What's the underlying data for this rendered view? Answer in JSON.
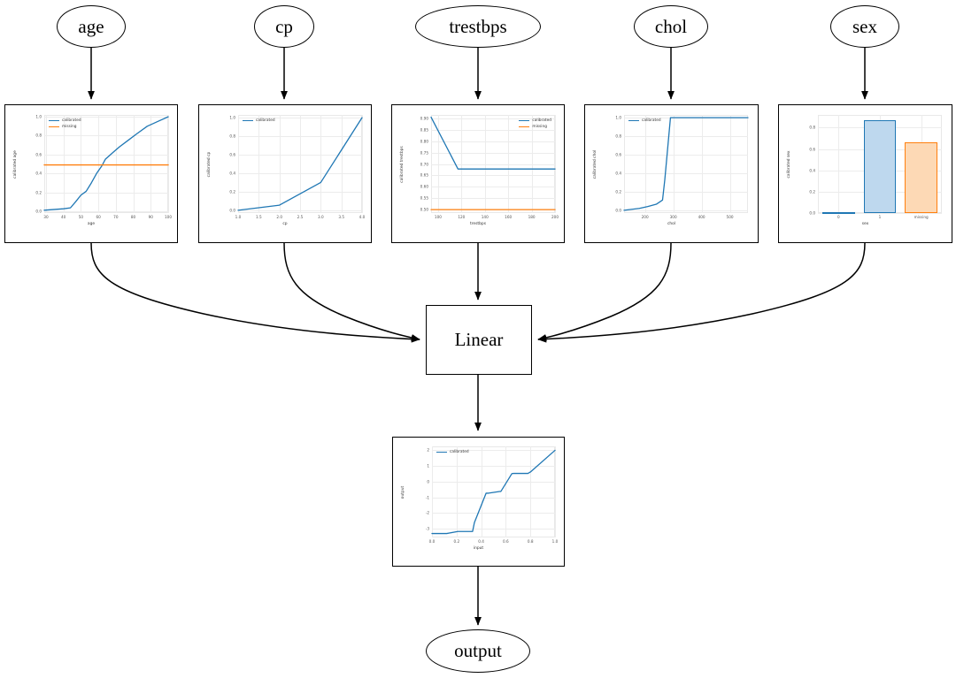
{
  "graph": {
    "input_nodes": [
      {
        "id": "age",
        "label": "age"
      },
      {
        "id": "cp",
        "label": "cp"
      },
      {
        "id": "trestbps",
        "label": "trestbps"
      },
      {
        "id": "chol",
        "label": "chol"
      },
      {
        "id": "sex",
        "label": "sex"
      }
    ],
    "linear_node": {
      "label": "Linear"
    },
    "output_node": {
      "label": "output"
    }
  },
  "colors": {
    "calibrated": "#1f77b4",
    "missing": "#ff7f0e",
    "bar_blue_fill": "#bed8ee",
    "bar_orange_fill": "#fdd9b5",
    "grid": "#ececec",
    "edge": "#000000"
  },
  "chart_data": [
    {
      "id": "age",
      "type": "line",
      "title": "",
      "xlabel": "age",
      "ylabel": "calibrated age",
      "xlim": [
        29,
        100
      ],
      "ylim": [
        -0.02,
        1.02
      ],
      "xticks": [
        30,
        40,
        50,
        60,
        70,
        80,
        90,
        100
      ],
      "yticks": [
        0.0,
        0.2,
        0.4,
        0.6,
        0.8,
        1.0
      ],
      "ytick_labels": [
        "0.0",
        "0.2",
        "0.4",
        "0.6",
        "0.8",
        "1.0"
      ],
      "xtick_labels": [
        "30",
        "40",
        "50",
        "60",
        "70",
        "80",
        "90",
        "100"
      ],
      "grid": true,
      "legend_position": "upper left",
      "series": [
        {
          "name": "calibrated",
          "color": "#1f77b4",
          "x": [
            29,
            40,
            44,
            47,
            50,
            53,
            56,
            59,
            62,
            64,
            67,
            72,
            77,
            82,
            88,
            94,
            100
          ],
          "y": [
            0.01,
            0.025,
            0.035,
            0.1,
            0.17,
            0.21,
            0.3,
            0.4,
            0.48,
            0.55,
            0.6,
            0.68,
            0.75,
            0.82,
            0.9,
            0.95,
            1.0
          ]
        },
        {
          "name": "missing",
          "color": "#ff7f0e",
          "x": [
            29,
            100
          ],
          "y": [
            0.49,
            0.49
          ]
        }
      ]
    },
    {
      "id": "cp",
      "type": "line",
      "title": "",
      "xlabel": "cp",
      "ylabel": "calibrated cp",
      "xlim": [
        1.0,
        4.0
      ],
      "ylim": [
        -0.03,
        1.03
      ],
      "xticks": [
        1.0,
        1.5,
        2.0,
        2.5,
        3.0,
        3.5,
        4.0
      ],
      "yticks": [
        0.0,
        0.2,
        0.4,
        0.6,
        0.8,
        1.0
      ],
      "ytick_labels": [
        "0.0",
        "0.2",
        "0.4",
        "0.6",
        "0.8",
        "1.0"
      ],
      "xtick_labels": [
        "1.0",
        "1.5",
        "2.0",
        "2.5",
        "3.0",
        "3.5",
        "4.0"
      ],
      "grid": true,
      "legend_position": "upper left",
      "series": [
        {
          "name": "calibrated",
          "color": "#1f77b4",
          "x": [
            1.0,
            2.0,
            3.0,
            4.0
          ],
          "y": [
            0.0,
            0.055,
            0.3,
            1.0
          ]
        }
      ]
    },
    {
      "id": "trestbps",
      "type": "line",
      "title": "",
      "xlabel": "trestbps",
      "ylabel": "calibrated trestbps",
      "xlim": [
        94,
        200
      ],
      "ylim": [
        0.485,
        0.915
      ],
      "xticks": [
        100,
        120,
        140,
        160,
        180,
        200
      ],
      "yticks": [
        0.5,
        0.55,
        0.6,
        0.65,
        0.7,
        0.75,
        0.8,
        0.85,
        0.9
      ],
      "ytick_labels": [
        "0.50",
        "0.55",
        "0.60",
        "0.65",
        "0.70",
        "0.75",
        "0.80",
        "0.85",
        "0.90"
      ],
      "xtick_labels": [
        "100",
        "120",
        "140",
        "160",
        "180",
        "200"
      ],
      "grid": true,
      "legend_position": "upper right",
      "series": [
        {
          "name": "calibrated",
          "color": "#1f77b4",
          "x": [
            94,
            117,
            200
          ],
          "y": [
            0.905,
            0.678,
            0.678
          ]
        },
        {
          "name": "missing",
          "color": "#ff7f0e",
          "x": [
            94,
            200
          ],
          "y": [
            0.5,
            0.5
          ]
        }
      ]
    },
    {
      "id": "chol",
      "type": "line",
      "title": "",
      "xlabel": "chol",
      "ylabel": "calibrated chol",
      "xlim": [
        126,
        564
      ],
      "ylim": [
        -0.03,
        1.03
      ],
      "xticks": [
        200,
        300,
        400,
        500
      ],
      "yticks": [
        0.0,
        0.2,
        0.4,
        0.6,
        0.8,
        1.0
      ],
      "ytick_labels": [
        "0.0",
        "0.2",
        "0.4",
        "0.6",
        "0.8",
        "1.0"
      ],
      "xtick_labels": [
        "200",
        "300",
        "400",
        "500"
      ],
      "grid": true,
      "legend_position": "upper left",
      "series": [
        {
          "name": "calibrated",
          "color": "#1f77b4",
          "x": [
            126,
            180,
            210,
            240,
            262,
            270,
            290,
            330,
            420,
            500,
            564
          ],
          "y": [
            0.0,
            0.02,
            0.04,
            0.065,
            0.11,
            0.33,
            1.0,
            1.0,
            1.0,
            1.0,
            1.0
          ]
        }
      ]
    },
    {
      "id": "sex",
      "type": "bar",
      "title": "",
      "xlabel": "sex",
      "ylabel": "calibrated sex",
      "ylim": [
        0,
        0.92
      ],
      "yticks": [
        0.0,
        0.2,
        0.4,
        0.6,
        0.8
      ],
      "ytick_labels": [
        "0.0",
        "0.2",
        "0.4",
        "0.6",
        "0.8"
      ],
      "categories": [
        "0",
        "1",
        "missing"
      ],
      "values": [
        0.005,
        0.872,
        0.661
      ],
      "bar_colors": [
        "#bed8ee",
        "#bed8ee",
        "#fdd9b5"
      ],
      "bar_edge_colors": [
        "#1f77b4",
        "#1f77b4",
        "#ff7f0e"
      ],
      "grid": true,
      "legend_position": "none"
    },
    {
      "id": "output",
      "type": "line",
      "title": "",
      "xlabel": "input",
      "ylabel": "output",
      "xlim": [
        0.0,
        1.0
      ],
      "ylim": [
        -3.55,
        2.25
      ],
      "xticks": [
        0.0,
        0.2,
        0.4,
        0.6,
        0.8,
        1.0
      ],
      "yticks": [
        -3,
        -2,
        -1,
        0,
        1,
        2
      ],
      "ytick_labels": [
        "-3",
        "-2",
        "-1",
        "0",
        "1",
        "2"
      ],
      "xtick_labels": [
        "0.0",
        "0.2",
        "0.4",
        "0.6",
        "0.8",
        "1.0"
      ],
      "grid": true,
      "legend_position": "upper left",
      "series": [
        {
          "name": "calibrated",
          "color": "#1f77b4",
          "x": [
            0.0,
            0.12,
            0.21,
            0.33,
            0.345,
            0.44,
            0.46,
            0.55,
            0.56,
            0.65,
            0.665,
            0.78,
            0.8,
            1.0
          ],
          "y": [
            -3.3,
            -3.3,
            -3.17,
            -3.17,
            -2.6,
            -0.73,
            -0.73,
            -0.62,
            -0.62,
            0.52,
            0.53,
            0.53,
            0.62,
            2.0
          ]
        }
      ]
    }
  ]
}
